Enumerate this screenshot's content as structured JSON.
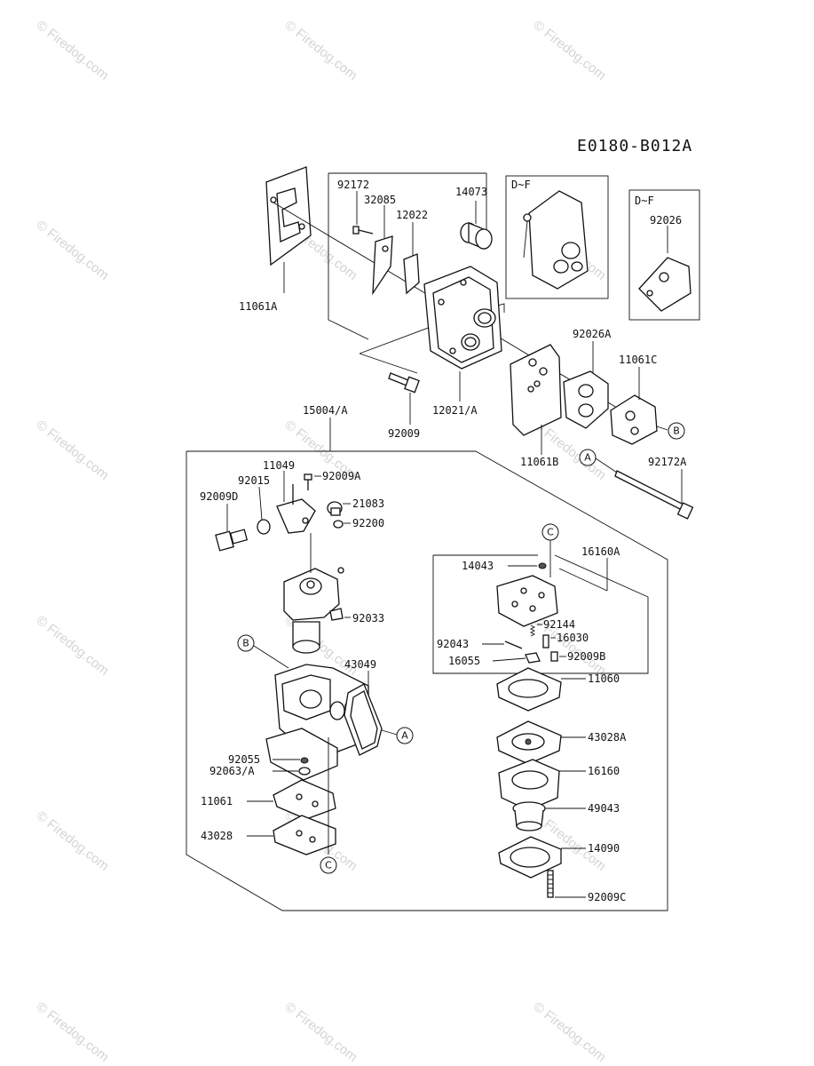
{
  "diagram_code": "E0180-B012A",
  "watermark": "© Firedog.com",
  "inset_labels": [
    "D~F",
    "D~F"
  ],
  "callout_letters": {
    "a": "A",
    "b": "B",
    "c": "C"
  },
  "part_numbers": {
    "p92172": "92172",
    "p32085": "32085",
    "p12022": "12022",
    "p14073": "14073",
    "p92026": "92026",
    "p11061A": "11061A",
    "p12021A": "12021/A",
    "p92009": "92009",
    "p92026A": "92026A",
    "p11061C": "11061C",
    "p11061B": "11061B",
    "p92172A": "92172A",
    "p15004A": "15004/A",
    "p11049": "11049",
    "p92009A": "92009A",
    "p92015": "92015",
    "p92009D": "92009D",
    "p21083": "21083",
    "p92200": "92200",
    "p92033": "92033",
    "p43049": "43049",
    "p92055": "92055",
    "p92063A": "92063/A",
    "p11061": "11061",
    "p43028": "43028",
    "p16160A": "16160A",
    "p14043": "14043",
    "p92144": "92144",
    "p16030": "16030",
    "p92043": "92043",
    "p16055": "16055",
    "p92009B": "92009B",
    "p11060": "11060",
    "p43028A": "43028A",
    "p16160": "16160",
    "p49043": "49043",
    "p14090": "14090",
    "p92009C": "92009C"
  }
}
